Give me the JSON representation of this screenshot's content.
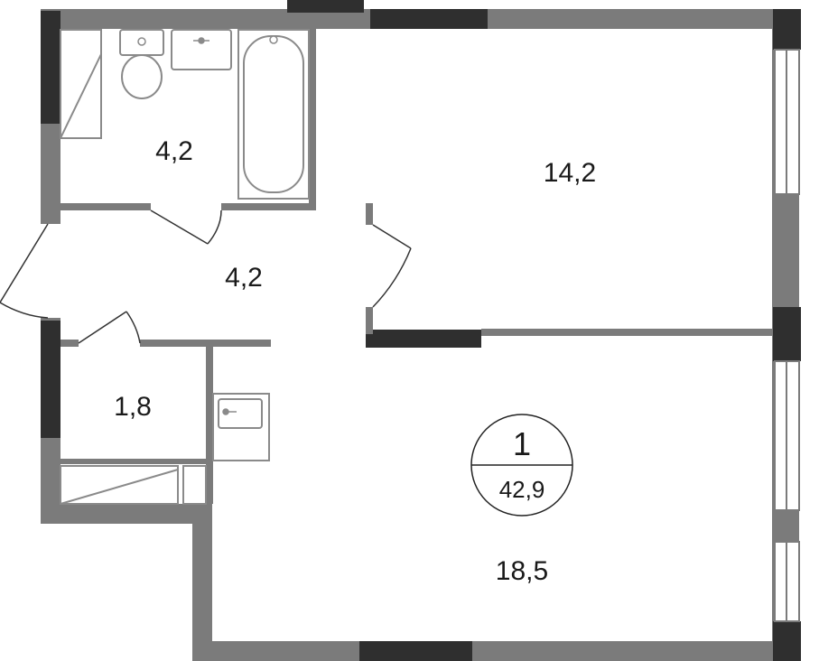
{
  "plan": {
    "rooms": [
      {
        "id": "bathroom",
        "area": "4,2"
      },
      {
        "id": "bedroom",
        "area": "14,2"
      },
      {
        "id": "hallway",
        "area": "4,2"
      },
      {
        "id": "storage",
        "area": "1,8"
      },
      {
        "id": "living-kitchen",
        "area": "18,5"
      }
    ],
    "badge": {
      "rooms_count": "1",
      "total_area": "42,9"
    },
    "colors": {
      "wall": "#7b7b7b",
      "wall_dark": "#2f2f2f",
      "fixture": "#8a8a8a",
      "background": "#ffffff"
    }
  }
}
